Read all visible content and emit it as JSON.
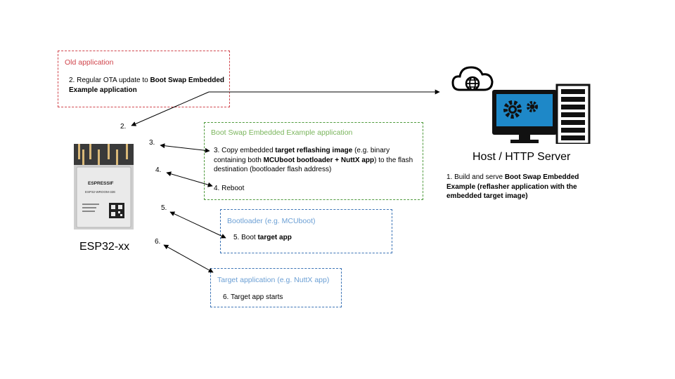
{
  "old_app": {
    "title": "Old application",
    "step_text_plain": "2. Regular OTA update to ",
    "step_text_bold": "Boot Swap Embedded Example application"
  },
  "bse_app": {
    "title": "Boot Swap Embedded Example application",
    "step3_a": "3. Copy embedded ",
    "step3_b": "target reflashing image",
    "step3_c": " (e.g. binary containing both ",
    "step3_d": "MCUboot bootloader + NuttX app",
    "step3_e": ") to the flash destination (bootloader flash address)",
    "step4": "4. Reboot"
  },
  "bootloader": {
    "title": "Bootloader (e.g. MCUboot)",
    "step5_plain": "5. Boot ",
    "step5_bold": "target app"
  },
  "target_app": {
    "title": "Target application (e.g. NuttX app)",
    "step6": "6.  Target app starts"
  },
  "host": {
    "title": "Host / HTTP Server",
    "desc_plain": "1. Build and serve ",
    "desc_bold": "Boot Swap Embedded Example (reflasher application with the embedded target image)"
  },
  "esp": {
    "label": "ESP32-xx",
    "brand": "ESPRESSIF",
    "model": "ESP32-WROOM-32E"
  },
  "step_labels": {
    "s2": "2.",
    "s3": "3.",
    "s4": "4.",
    "s5": "5.",
    "s6": "6."
  },
  "icons": [
    "cloud-globe-icon",
    "monitor-gears-icon",
    "server-rack-icon",
    "esp32-module-icon"
  ],
  "colors": {
    "old_app": "#d0454c",
    "bse_app": "#4f9a3c",
    "bootloader": "#3c74b6",
    "target_app": "#3c74b6",
    "monitor_screen": "#1e88c8"
  }
}
